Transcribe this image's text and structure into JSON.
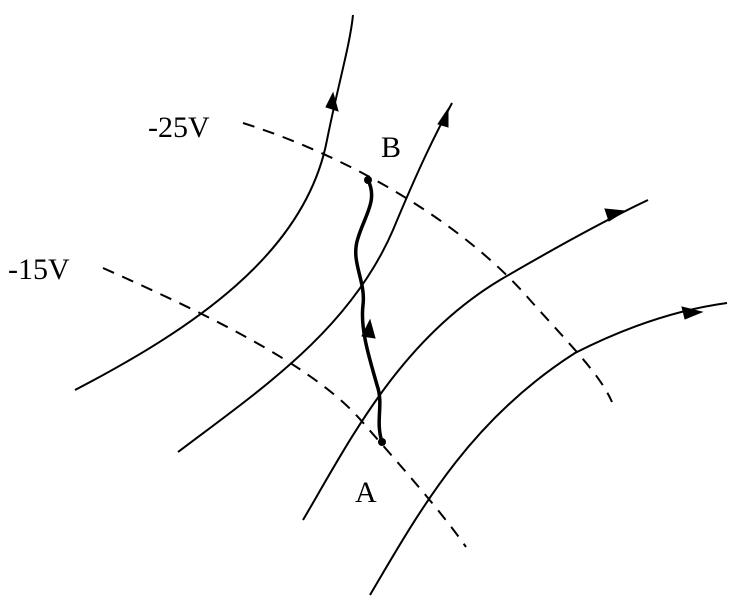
{
  "labels": {
    "potential_high": "-25V",
    "potential_low": "-15V",
    "point_b": "B",
    "point_a": "A"
  },
  "colors": {
    "stroke": "#000000",
    "background": "#ffffff"
  }
}
